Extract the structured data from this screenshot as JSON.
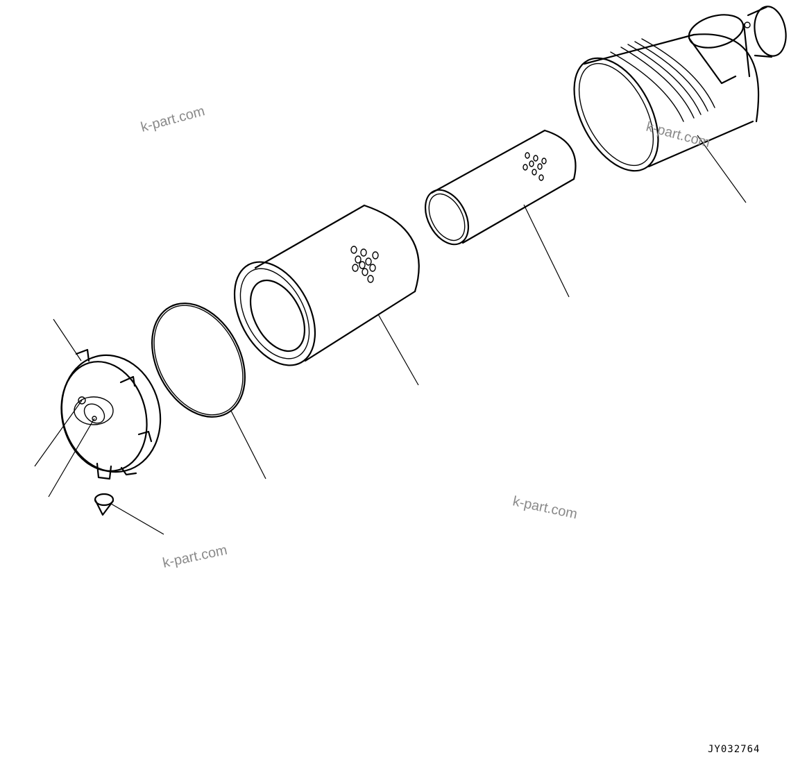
{
  "watermark": {
    "text1": "k-part.com",
    "text2": "k-part.com",
    "text3": "k-part.com",
    "text4": "k-part.com"
  },
  "drawing_code": "JY032764",
  "colors": {
    "line": "#000000",
    "watermark": "#8a8a8a",
    "background": "#ffffff"
  }
}
